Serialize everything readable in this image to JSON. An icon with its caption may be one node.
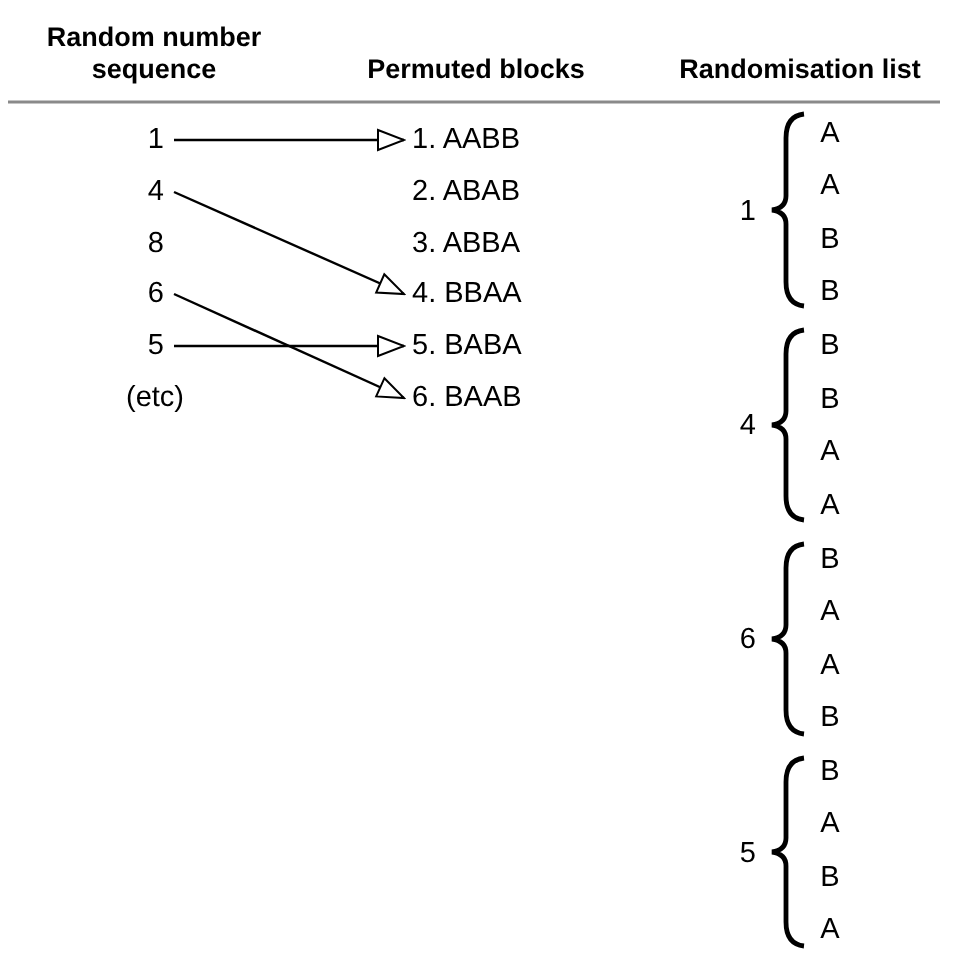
{
  "diagram": {
    "nodes": [
      {
        "text": [
          "1"
        ]
      },
      {
        "text": [
          "4"
        ]
      },
      {
        "text": [
          "6"
        ]
      },
      {
        "text": [
          "5"
        ]
      },
      {
        "text": [
          "1. AABB"
        ]
      },
      {
        "text": [
          "4. BBAA"
        ]
      },
      {
        "text": [
          "5. BABA"
        ]
      },
      {
        "text": [
          "6. BAAB"
        ]
      }
    ],
    "edges": [
      {
        "from": 0,
        "to": 4,
        "arrow": "to"
      },
      {
        "from": 1,
        "to": 5,
        "arrow": "to"
      },
      {
        "from": 2,
        "to": 7,
        "arrow": "to"
      },
      {
        "from": 3,
        "to": 6,
        "arrow": "to"
      }
    ],
    "labels": [
      "Random number sequence",
      "Permuted blocks",
      "Randomisation list",
      "8",
      "(etc)",
      "2. ABAB",
      "3. ABBA",
      "1",
      "A",
      "A",
      "B",
      "B",
      "4",
      "B",
      "B",
      "A",
      "A",
      "6",
      "B",
      "A",
      "A",
      "B",
      "5",
      "B",
      "A",
      "B",
      "A"
    ]
  }
}
